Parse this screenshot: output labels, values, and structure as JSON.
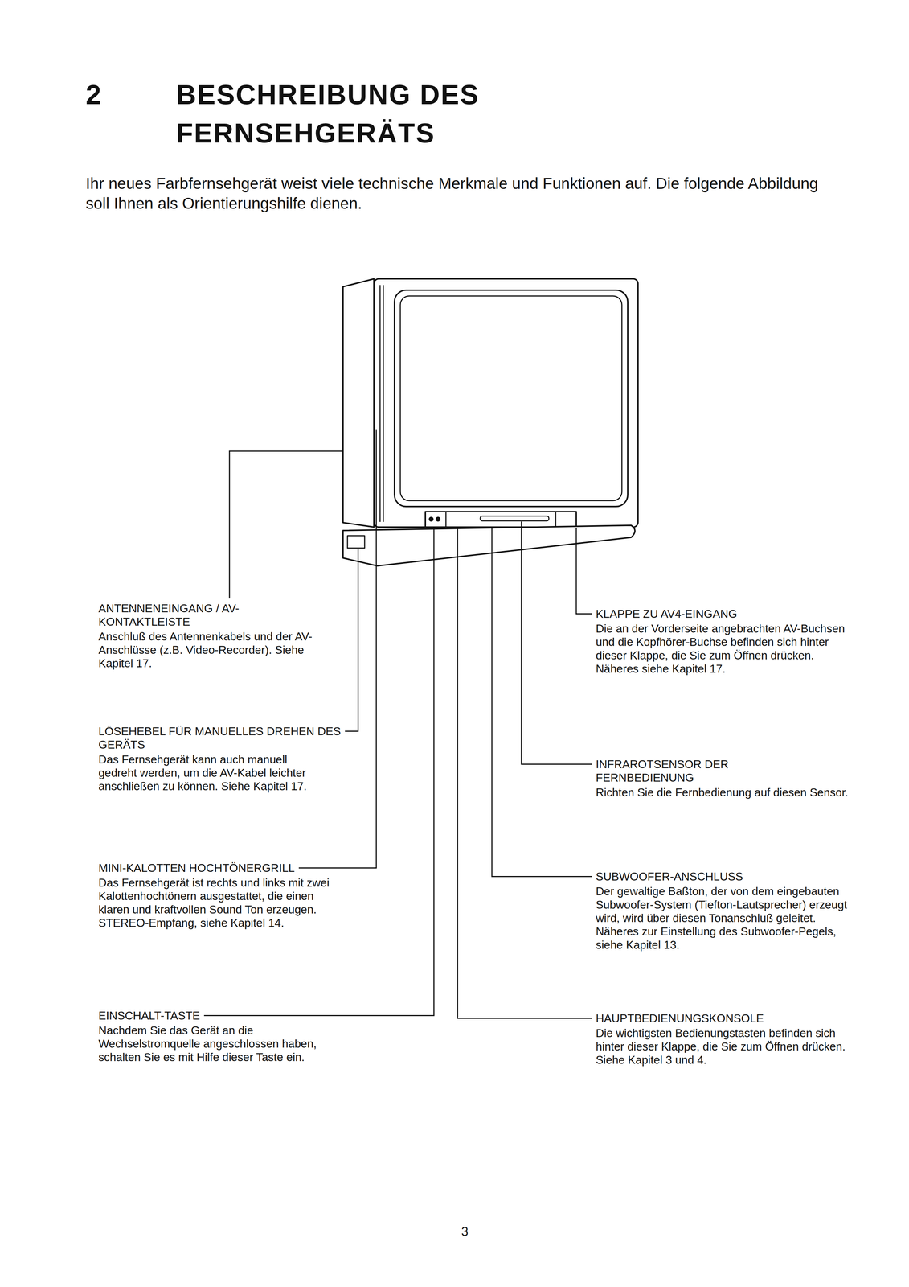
{
  "diagram": {
    "title": "BESCHREIBUNG DES FERNSEHGERÄTS",
    "labels": [
      "2",
      "Ihr neues Farbfernsehgerät weist viele technische Merkmale und Funktionen auf. Die folgende Abbildung soll Ihnen als Orientierungshilfe dienen.",
      "ANTENNENEINGANG / AV-KONTAKTLEISTE",
      "Anschluß des Antennenkabels und der AV-Anschlüsse (z.B. Video-Recorder). Siehe Kapitel 17.",
      "LÖSEHEBEL FÜR MANUELLES DREHEN DES GERÄTS",
      "Das Fernsehgerät kann auch manuell gedreht werden, um die AV-Kabel leichter anschließen zu können. Siehe Kapitel 17.",
      "MINI-KALOTTEN HOCHTÖNERGRILL",
      "Das Fernsehgerät ist rechts und links mit zwei Kalottenhochtönern ausgestattet, die einen klaren und kraftvollen Sound Ton erzeugen. STEREO-Empfang, siehe Kapitel 14.",
      "EINSCHALT-TASTE",
      "Nachdem Sie das Gerät an die Wechselstromquelle angeschlossen haben, schalten Sie es mit Hilfe dieser Taste ein.",
      "KLAPPE ZU AV4-EINGANG",
      "Die an der Vorderseite angebrachten AV-Buchsen und die Kopfhörer-Buchse befinden sich hinter dieser Klappe, die Sie zum Öffnen drücken. Näheres siehe Kapitel 17.",
      "INFRAROTSENSOR DER FERNBEDIENUNG",
      "Richten Sie die Fernbedienung auf diesen Sensor.",
      "SUBWOOFER-ANSCHLUSS",
      "Der gewaltige Baßton, der von dem eingebauten Subwoofer-System (Tiefton-Lautsprecher) erzeugt wird, wird über diesen Tonanschluß geleitet. Näheres zur Einstellung des Subwoofer-Pegels, siehe Kapitel 13.",
      "HAUPTBEDIENUNGSKONSOLE",
      "Die wichtigsten Bedienungstasten befinden sich hinter dieser Klappe, die Sie zum Öffnen drücken. Siehe Kapitel 3 und 4.",
      "3"
    ]
  }
}
